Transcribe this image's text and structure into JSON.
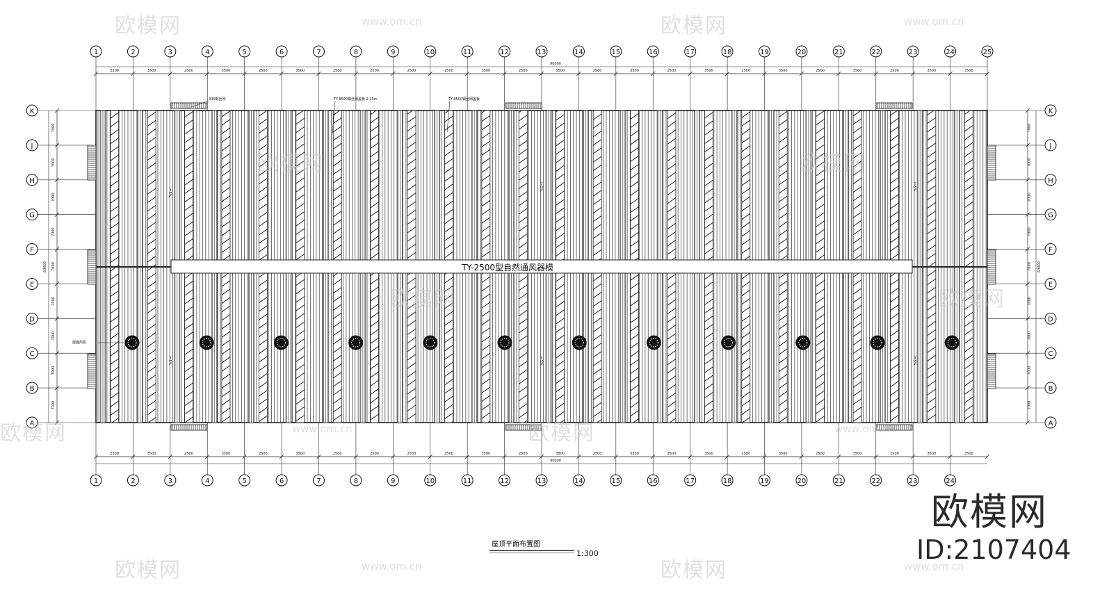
{
  "columns": {
    "top_labels": [
      "1",
      "2",
      "3",
      "4",
      "5",
      "6",
      "7",
      "8",
      "9",
      "10",
      "11",
      "12",
      "13",
      "14",
      "15",
      "16",
      "17",
      "18",
      "19",
      "20",
      "21",
      "22",
      "23",
      "24",
      "25"
    ],
    "bottom_labels": [
      "1",
      "2",
      "3",
      "4",
      "5",
      "6",
      "7",
      "8",
      "9",
      "10",
      "11",
      "12",
      "13",
      "14",
      "15",
      "16",
      "17",
      "18",
      "19",
      "20",
      "21",
      "22",
      "23",
      "24"
    ],
    "top_spans": [
      "2500",
      "3500",
      "2500",
      "3500",
      "2500",
      "3500",
      "2500",
      "2500",
      "2500",
      "2500",
      "3500",
      "2500",
      "3500",
      "2500",
      "3500",
      "2500",
      "3500",
      "2500",
      "3500",
      "2500",
      "3500",
      "2500",
      "3500",
      "3500"
    ],
    "bottom_spans": [
      "2500",
      "3500",
      "2500",
      "3500",
      "2500",
      "3500",
      "2500",
      "2500",
      "2500",
      "2500",
      "3500",
      "2500",
      "3500",
      "2500",
      "3500",
      "2500",
      "3500",
      "2500",
      "3500",
      "2500",
      "3500",
      "2500",
      "3500",
      "3500"
    ],
    "total_label": "90000"
  },
  "rows": {
    "labels": [
      "K",
      "J",
      "H",
      "G",
      "F",
      "E",
      "D",
      "C",
      "B",
      "A"
    ],
    "spans": [
      "7000",
      "7000",
      "7000",
      "7000",
      "7000",
      "7000",
      "7000",
      "7000",
      "7000"
    ],
    "total_label": "63000"
  },
  "drawing": {
    "ridge_vent_label": "TY-2500型自然通风器模",
    "title": "屋顶平面布置图",
    "scale": "1:300",
    "callouts": {
      "c1": "400钢丝网",
      "c2": "TY-8500钢丝网盖板 2.25m",
      "c3": "TY-8500钢丝网盖板",
      "c4": "屋面风机",
      "slope": "i=5%"
    }
  },
  "watermarks": {
    "logo_text": "欧模网",
    "url_text": "www.om.cn"
  },
  "brand": {
    "name": "欧模网",
    "id": "ID:2107404"
  }
}
